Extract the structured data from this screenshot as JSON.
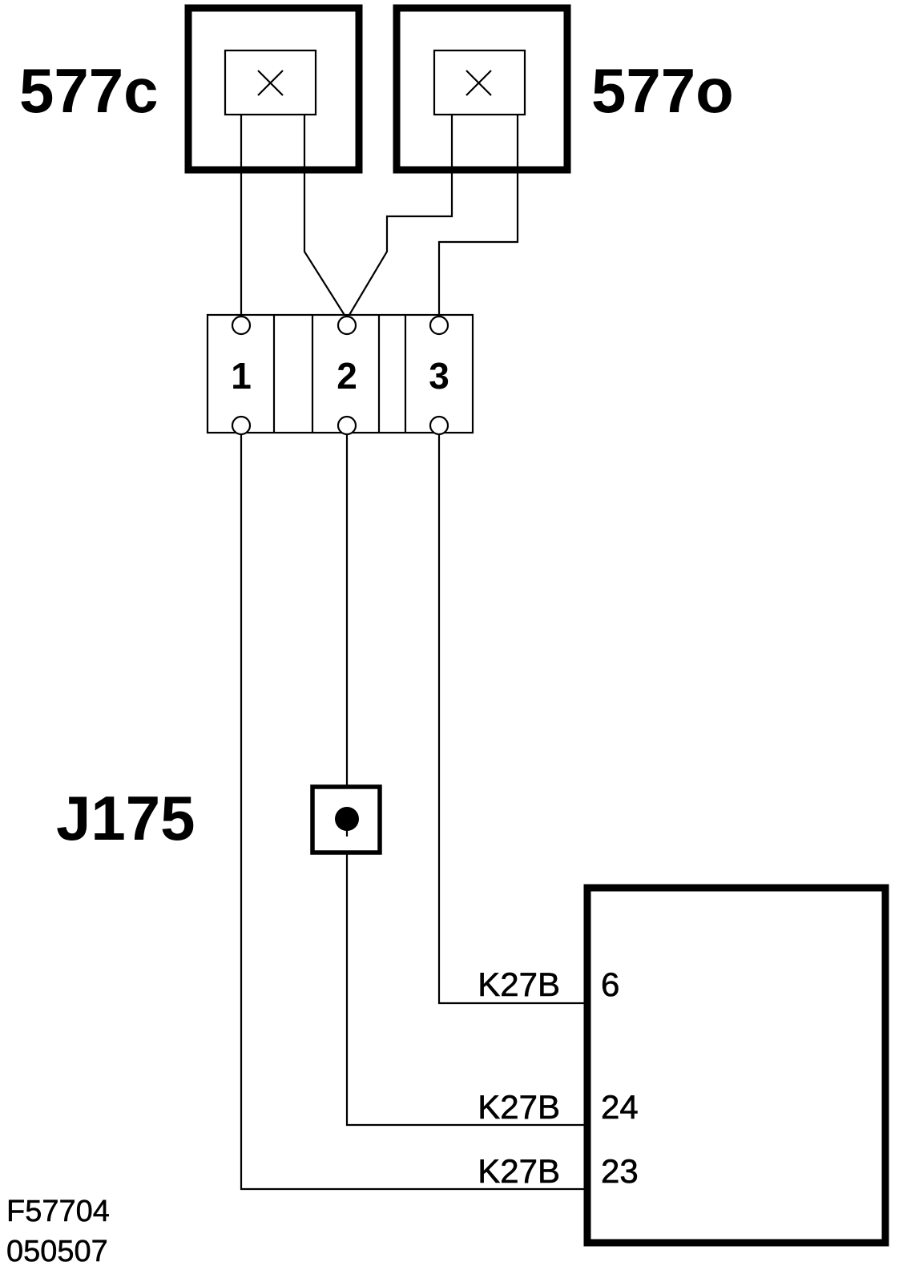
{
  "components": {
    "left_switch": {
      "label": "577c",
      "symbol": "switch-contact-icon"
    },
    "right_switch": {
      "label": "577o",
      "symbol": "switch-contact-icon"
    },
    "connector": {
      "pins": [
        "1",
        "2",
        "3"
      ]
    },
    "junction": {
      "label": "J175"
    },
    "control_unit": {
      "terminals": [
        {
          "connector": "K27B",
          "pin": "6"
        },
        {
          "connector": "K27B",
          "pin": "24"
        },
        {
          "connector": "K27B",
          "pin": "23"
        }
      ]
    }
  },
  "reference": {
    "figure_id": "F57704",
    "date_code": "050507"
  }
}
